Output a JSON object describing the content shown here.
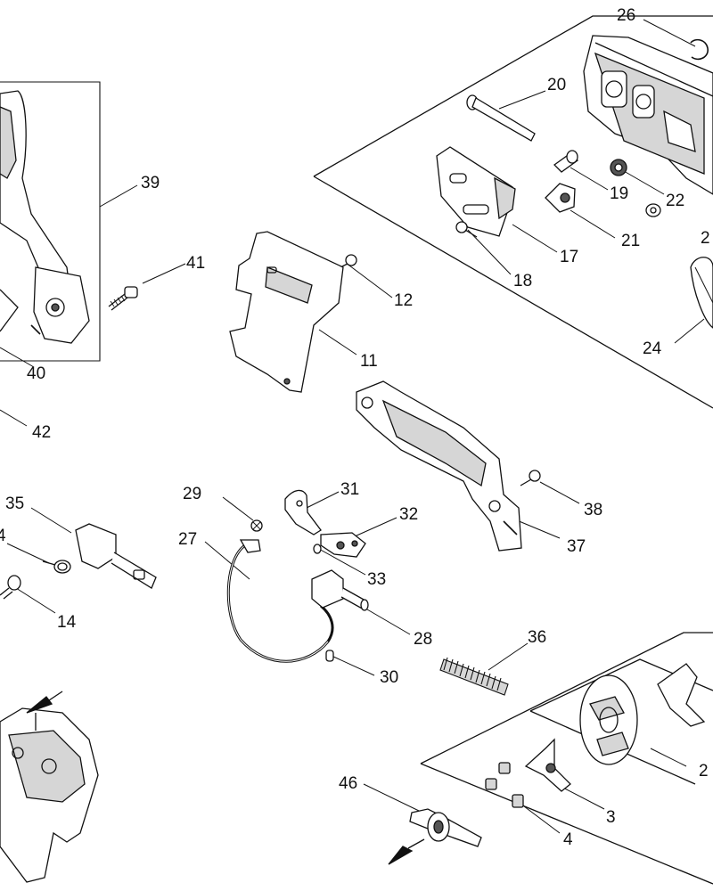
{
  "diagram": {
    "callouts": [
      "26",
      "20",
      "39",
      "19",
      "22",
      "41",
      "12",
      "21",
      "17",
      "18",
      "24",
      "40",
      "11",
      "42",
      "31",
      "29",
      "35",
      "32",
      "38",
      "27",
      "33",
      "37",
      "14",
      "28",
      "36",
      "30",
      "46",
      "3",
      "4"
    ],
    "cropped_callouts": [
      "2",
      "2",
      "4"
    ]
  },
  "colors": {
    "ink": "#111111",
    "part_fill": "#ffffff",
    "shade": "#d6d6d6",
    "dark": "#555555"
  }
}
